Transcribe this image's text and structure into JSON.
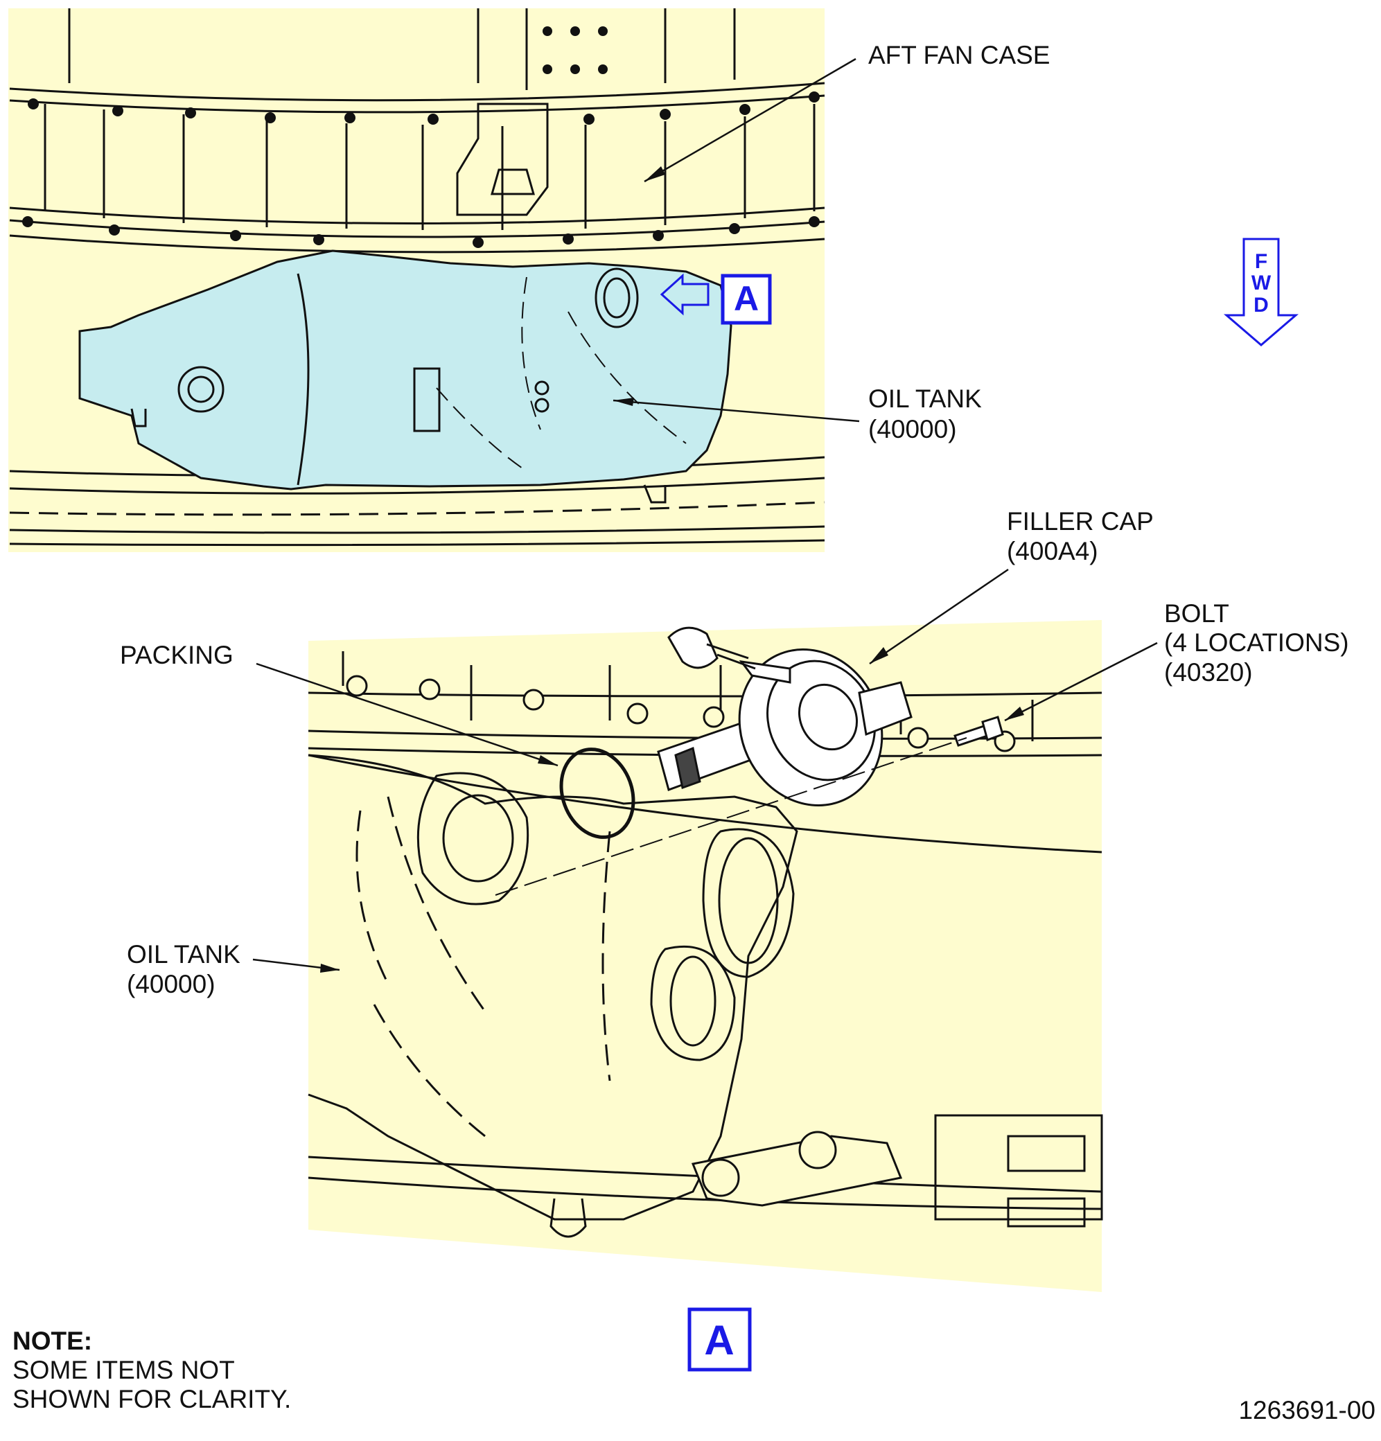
{
  "colors": {
    "panel": "#fefccf",
    "tank": "#c6ecef",
    "callout_blue": "#1a1ae6",
    "line": "#111111"
  },
  "labels": {
    "aft_fan_case": "AFT FAN CASE",
    "oil_tank_top_1": "OIL TANK",
    "oil_tank_top_2": "(40000)",
    "filler_cap_1": "FILLER CAP",
    "filler_cap_2": "(400A4)",
    "bolt_1": "BOLT",
    "bolt_2": "(4 LOCATIONS)",
    "bolt_3": "(40320)",
    "packing": "PACKING",
    "oil_tank_bottom_1": "OIL TANK",
    "oil_tank_bottom_2": "(40000)"
  },
  "view_callout": {
    "top_letter": "A",
    "bottom_letter": "A"
  },
  "fwd_arrow": [
    "F",
    "W",
    "D"
  ],
  "note": {
    "heading": "NOTE:",
    "line1": "SOME ITEMS NOT",
    "line2": "SHOWN FOR CLARITY."
  },
  "figure_number": "1263691-00"
}
